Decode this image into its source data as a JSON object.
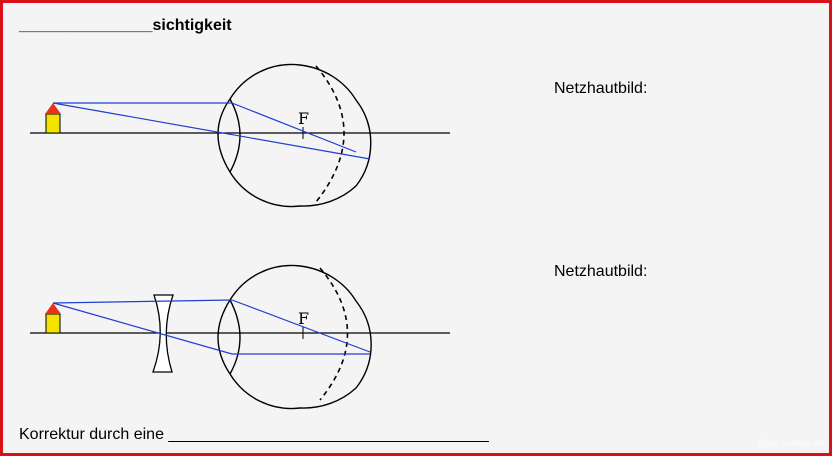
{
  "worksheet": {
    "title_blank": "_______________",
    "title_suffix": "sichtigkeit",
    "retina_label_top": "Netzhautbild:",
    "retina_label_bottom": "Netzhautbild:",
    "correction_prefix": "Korrektur durch eine",
    "correction_blank": "____________________________________",
    "focus_label_top": "F",
    "focus_label_bottom": "F",
    "watermark": "Bild: Schule.at"
  },
  "colors": {
    "border": "#d8101a",
    "ray": "#1f3fd0",
    "object_roof": "#e8321e",
    "object_body": "#f3e400"
  }
}
